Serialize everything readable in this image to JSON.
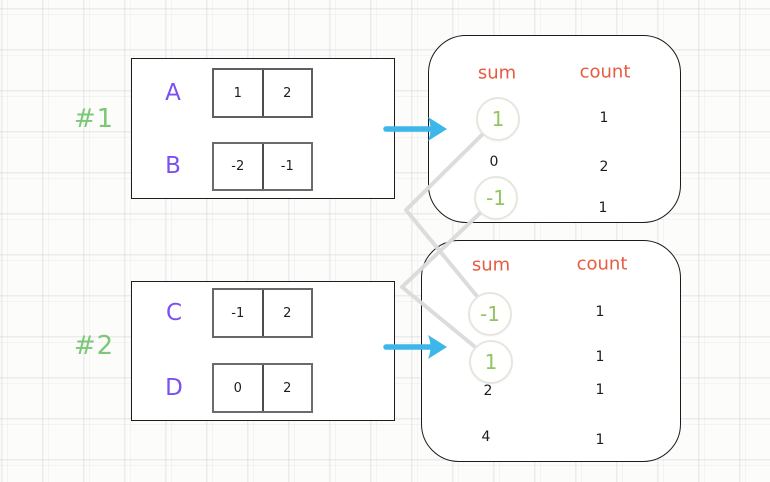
{
  "groups": [
    {
      "label": "#1",
      "arrays": [
        {
          "name": "A",
          "cells": [
            "1",
            "2"
          ]
        },
        {
          "name": "B",
          "cells": [
            "-2",
            "-1"
          ]
        }
      ]
    },
    {
      "label": "#2",
      "arrays": [
        {
          "name": "C",
          "cells": [
            "-1",
            "2"
          ]
        },
        {
          "name": "D",
          "cells": [
            "0",
            "2"
          ]
        }
      ]
    }
  ],
  "tables": [
    {
      "headers": {
        "sum": "sum",
        "count": "count"
      },
      "rows": [
        {
          "sum": "1",
          "count": "1",
          "circled": true
        },
        {
          "sum": "0",
          "count": "2",
          "circled": false
        },
        {
          "sum": "-1",
          "count": "1",
          "circled": true
        }
      ]
    },
    {
      "headers": {
        "sum": "sum",
        "count": "count"
      },
      "rows": [
        {
          "sum": "-1",
          "count": "1",
          "circled": true
        },
        {
          "sum": "1",
          "count": "1",
          "circled": true
        },
        {
          "sum": "2",
          "count": "1",
          "circled": false
        },
        {
          "sum": "4",
          "count": "1",
          "circled": false
        }
      ]
    }
  ],
  "icons": {
    "arrow_1": "arrow-right-icon",
    "arrow_2": "arrow-right-icon"
  },
  "connections": [
    {
      "from": "table1 sum 1",
      "to": "table2 sum -1"
    },
    {
      "from": "table1 sum -1",
      "to": "table2 sum 1"
    }
  ],
  "colors": {
    "group_label_green": "#7cc778",
    "circled_sum_green": "#93c464",
    "array_name_purple": "#7b4ff2",
    "table_header_orange": "#e85b40",
    "arrow_cyan": "#3db7ea",
    "connector_gray": "#dadada"
  }
}
